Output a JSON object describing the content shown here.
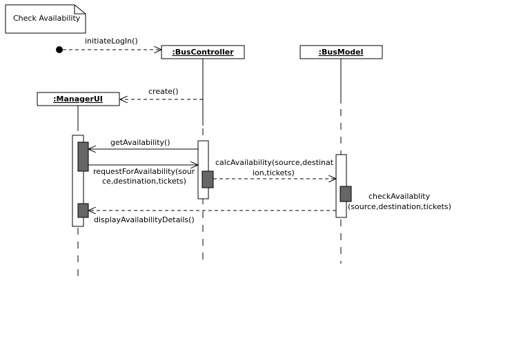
{
  "note": {
    "title": "Check Availability"
  },
  "lifelines": {
    "bus_controller": ":BusController",
    "bus_model": ":BusModel",
    "manager_ui": ":ManagerUI"
  },
  "messages": {
    "initiate_login": "initiateLogIn()",
    "create": "create()",
    "get_availability": "getAvailability()",
    "request_line1": "requestForAvailability(sour",
    "request_line2": "ce,destination,tickets)",
    "calc_line1": "calcAvailability(source,destinat",
    "calc_line2": "ion,tickets)",
    "check_line1": "checkAvailablity",
    "check_line2": "(source,destination,tickets)",
    "display": "displayAvailabilityDetails()"
  }
}
